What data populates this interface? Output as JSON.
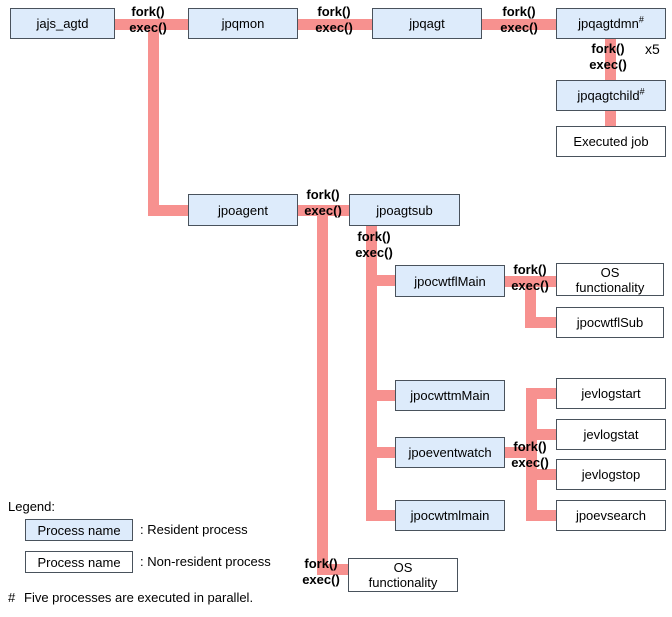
{
  "diagram": {
    "fork_label": "fork()",
    "exec_label": "exec()",
    "multiplier_label": "x5",
    "colors": {
      "connector": "#f7918f",
      "resident_fill": "#ddebfb",
      "non_resident_fill": "#ffffff",
      "box_border": "#49525c"
    },
    "nodes": {
      "jajs_agtd": {
        "label": "jajs_agtd",
        "type": "resident"
      },
      "jpqmon": {
        "label": "jpqmon",
        "type": "resident"
      },
      "jpqagt": {
        "label": "jpqagt",
        "type": "resident"
      },
      "jpqagtdmn": {
        "label": "jpqagtdmn",
        "sup": "#",
        "type": "resident"
      },
      "jpqagtchild": {
        "label": "jpqagtchild",
        "sup": "#",
        "type": "resident"
      },
      "executed_job": {
        "label": "Executed job",
        "type": "non-resident"
      },
      "jpoagent": {
        "label": "jpoagent",
        "type": "resident"
      },
      "jpoagtsub": {
        "label": "jpoagtsub",
        "type": "resident"
      },
      "jpocwtflMain": {
        "label": "jpocwtflMain",
        "type": "resident"
      },
      "os_functionality_top": {
        "lines": [
          "OS",
          "functionality"
        ],
        "type": "non-resident"
      },
      "jpocwtflSub": {
        "label": "jpocwtflSub",
        "type": "non-resident"
      },
      "jpocwttmMain": {
        "label": "jpocwttmMain",
        "type": "resident"
      },
      "jpoeventwatch": {
        "label": "jpoeventwatch",
        "type": "resident"
      },
      "jpocwtmlmain": {
        "label": "jpocwtmlmain",
        "type": "resident"
      },
      "jevlogstart": {
        "label": "jevlogstart",
        "type": "non-resident"
      },
      "jevlogstat": {
        "label": "jevlogstat",
        "type": "non-resident"
      },
      "jevlogstop": {
        "label": "jevlogstop",
        "type": "non-resident"
      },
      "jpoevsearch": {
        "label": "jpoevsearch",
        "type": "non-resident"
      },
      "os_functionality_bottom": {
        "lines": [
          "OS",
          "functionality"
        ],
        "type": "non-resident"
      }
    }
  },
  "legend": {
    "title": "Legend:",
    "items": [
      {
        "box_label": "Process name",
        "desc": ": Resident process",
        "type": "resident"
      },
      {
        "box_label": "Process name",
        "desc": ": Non-resident process",
        "type": "non-resident"
      }
    ]
  },
  "footnote": {
    "marker": "#",
    "text": "Five processes are executed in parallel."
  }
}
